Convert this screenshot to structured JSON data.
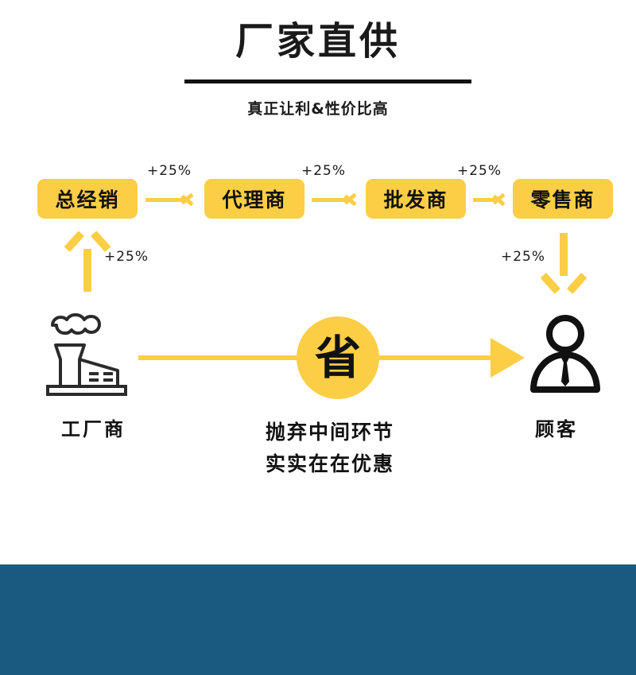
{
  "header": {
    "title": "厂家直供",
    "subtitle": "真正让利&性价比高"
  },
  "chain": {
    "nodes": [
      {
        "label": "总经销"
      },
      {
        "label": "代理商"
      },
      {
        "label": "批发商"
      },
      {
        "label": "零售商"
      }
    ],
    "markups": {
      "top": [
        "+25%",
        "+25%",
        "+25%"
      ],
      "factory_to_distributor": "+25%",
      "retailer_to_customer": "+25%"
    }
  },
  "flow": {
    "factory_label": "工厂商",
    "save_badge": "省",
    "customer_label": "顾客",
    "caption_line1": "抛弃中间环节",
    "caption_line2": "实实在在优惠"
  },
  "colors": {
    "accent_yellow": "#FBCE45",
    "ink": "#111111",
    "banner_blue": "#1a5a80",
    "background": "#ffffff"
  },
  "icons": {
    "factory": "factory-icon",
    "customer": "customer-person-icon"
  }
}
